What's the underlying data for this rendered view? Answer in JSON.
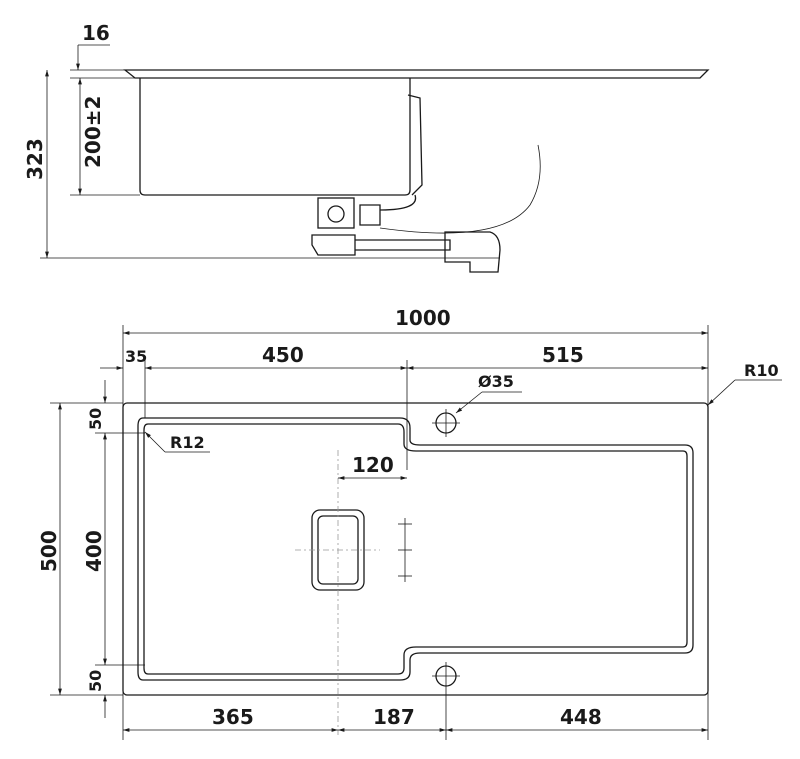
{
  "side_view": {
    "dim_rim": "16",
    "dim_bowl_depth": "200±2",
    "dim_total_depth": "323"
  },
  "top_view": {
    "dim_total_width": "1000",
    "dim_left_margin": "35",
    "dim_bowl_width": "450",
    "dim_drainer_width": "515",
    "dim_tap_hole": "Ø35",
    "dim_outer_radius": "R10",
    "dim_inner_radius": "R12",
    "dim_drain_offset": "120",
    "dim_drain_x": "365",
    "dim_drain_to_hole": "187",
    "dim_hole_to_edge": "448",
    "dim_total_depth": "500",
    "dim_bowl_depth": "400",
    "dim_top_margin": "50",
    "dim_bottom_margin": "50"
  }
}
